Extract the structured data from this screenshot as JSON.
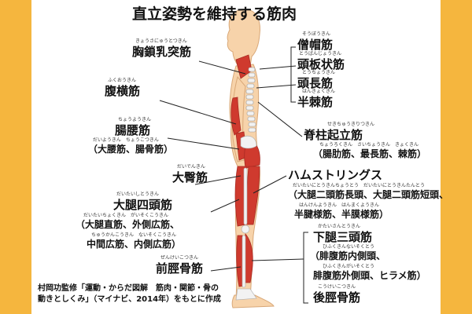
{
  "title": "直立姿勢を維持する筋肉",
  "labels": {
    "sternocleidomastoid": {
      "name": "胸鎖乳突筋",
      "furigana": "きょうさにゅうとつきん"
    },
    "trapezius": {
      "name": "僧帽筋",
      "furigana": "そうぼうきん"
    },
    "splenius": {
      "name": "頭板状筋",
      "furigana": "とうばんじょうきん"
    },
    "longissimus_capitis": {
      "name": "頭長筋",
      "furigana": "とうちょうきん"
    },
    "semispinalis": {
      "name": "半棘筋",
      "furigana": "はんきょくきん"
    },
    "transversus": {
      "name": "腹横筋",
      "furigana": "ふくおうきん"
    },
    "erector_spinae": {
      "name": "脊柱起立筋",
      "furigana": "せきちゅうきりつきん",
      "sub": "（腸肋筋、最長筋、棘筋）",
      "sub_furigana": "ちょうろくきん　さいちょうきん　きょくきん"
    },
    "iliopsoas": {
      "name": "腸腰筋",
      "furigana": "ちょうようきん",
      "sub": "（大腰筋、腸骨筋）",
      "sub_furigana": "だいようきん　ちょうこつきん"
    },
    "gluteus": {
      "name": "大臀筋",
      "furigana": "だいでんきん"
    },
    "hamstrings": {
      "name": "ハムストリングス",
      "sub1": "（大腿二頭筋長頭、大腿二頭筋短頭、",
      "sub1_furigana": "だいたいにとうきんちょうとう　だいたいにとうきんたんとう",
      "sub2": "半腱様筋、半膜様筋）",
      "sub2_furigana": "はんけんようきん　はんまくようきん"
    },
    "quadriceps": {
      "name": "大腿四頭筋",
      "furigana": "だいたいしとうきん",
      "sub1": "（大腿直筋、外側広筋、",
      "sub1_furigana": "だいたいちょくきん　がいそくこうきん",
      "sub2": "中間広筋、内側広筋）",
      "sub2_furigana": "ちゅうかんこうきん　ないそくこうきん"
    },
    "triceps_surae": {
      "name": "下腿三頭筋",
      "furigana": "かたいさんとうきん",
      "sub1": "（腓腹筋内側頭、",
      "sub1_furigana": "ひふくきんないそくとう",
      "sub2": "腓腹筋外側頭、ヒラメ筋）",
      "sub2_furigana": "ひふくきんがいそくとう"
    },
    "tibialis_anterior": {
      "name": "前脛骨筋",
      "furigana": "ぜんけいこつきん"
    },
    "tibialis_posterior": {
      "name": "後脛骨筋",
      "furigana": "こうけいこつきん"
    }
  },
  "credit": {
    "line1": "村岡功監修「運動・からだ図解　筋肉・関節・骨の",
    "line2": "動きとしくみ」（マイナビ、2014年）をもとに作成"
  },
  "colors": {
    "background": "#F5B63E",
    "panel": "#FFFFFF",
    "skin": "#F7D3AA",
    "muscle": "#CF3A2E",
    "muscle_dark": "#A82A22",
    "bone": "#F2F2F2",
    "line": "#222222"
  }
}
